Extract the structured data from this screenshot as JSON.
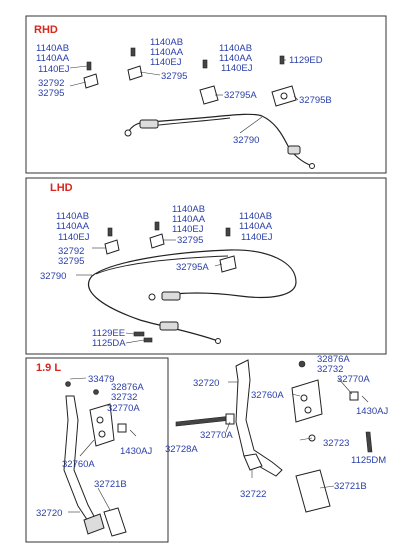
{
  "rhd": {
    "title": "RHD",
    "labels": [
      "1140AB",
      "1140AA",
      "1140EJ",
      "32792",
      "32795",
      "1140AB",
      "1140AA",
      "1140EJ",
      "32795",
      "1140AB",
      "1140AA",
      "1140EJ",
      "1129ED",
      "32795A",
      "32795B",
      "32790"
    ]
  },
  "lhd": {
    "title": "LHD",
    "labels": [
      "1140AB",
      "1140AA",
      "1140EJ",
      "32792",
      "32795",
      "1140AB",
      "1140AA",
      "1140EJ",
      "32795",
      "1140AB",
      "1140AA",
      "1140EJ",
      "32795A",
      "32790",
      "1129EE",
      "1125DA"
    ]
  },
  "engine": {
    "title": "1.9 L",
    "labels": [
      "33479",
      "32876A",
      "32732",
      "32770A",
      "1430AJ",
      "32760A",
      "32721B",
      "32720"
    ]
  },
  "pedal": {
    "labels": [
      "32720",
      "32876A",
      "32732",
      "32760A",
      "32770A",
      "1430AJ",
      "32728A",
      "32770A",
      "32723",
      "1125DM",
      "32722",
      "32721B"
    ]
  }
}
